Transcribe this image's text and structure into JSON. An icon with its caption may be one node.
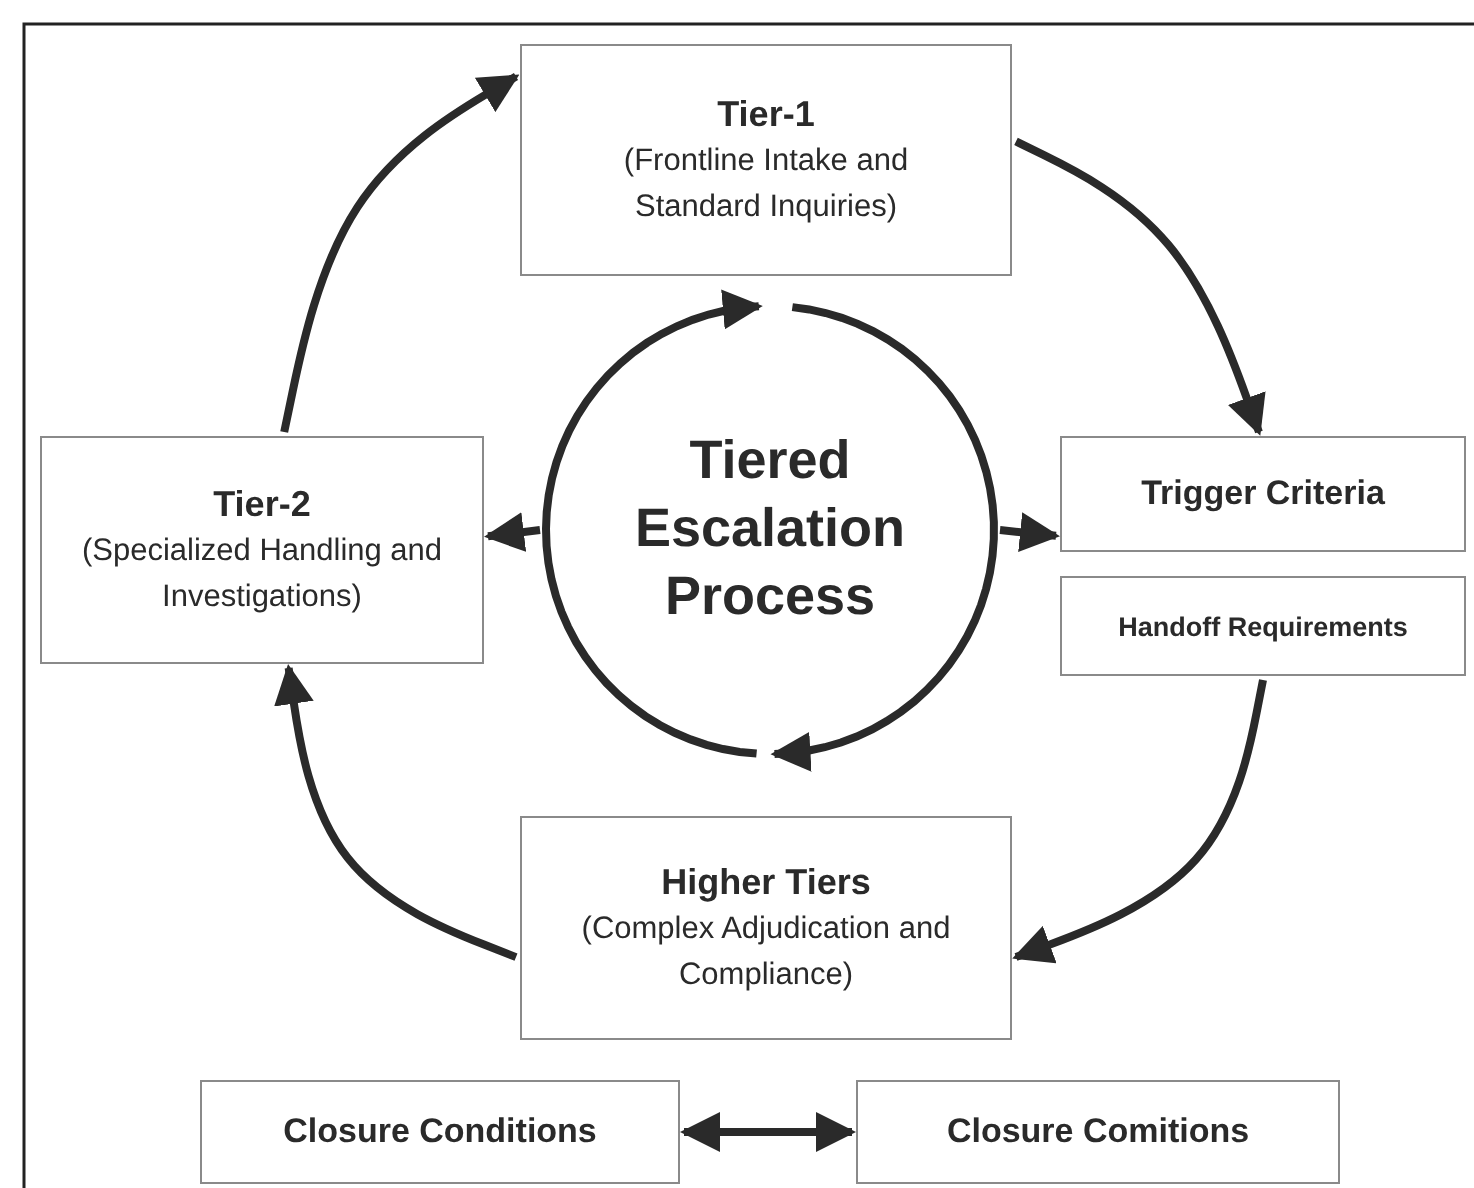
{
  "diagram": {
    "nodes": [
      {
        "text": [
          "Tier-1",
          "(Frontline Intake and Standard Inquiries)"
        ]
      },
      {
        "text": [
          "Tiered Escalation Process"
        ]
      },
      {
        "text": [
          "Tier-2",
          "(Specialized Handling and Investigations)"
        ]
      },
      {
        "text": [
          "Trigger Criteria"
        ]
      },
      {
        "text": [
          "Handoff Requirements"
        ]
      },
      {
        "text": [
          "Higher Tiers",
          "(Complex Adjudication and Compliance)"
        ]
      },
      {
        "text": [
          "Closure Conditions"
        ]
      },
      {
        "text": [
          "Closure Comitions"
        ]
      }
    ],
    "edges": [
      {
        "from": 2,
        "to": 0,
        "arrow": "to"
      },
      {
        "from": 0,
        "to": 3,
        "arrow": "to"
      },
      {
        "from": 4,
        "to": 5,
        "arrow": "to"
      },
      {
        "from": 5,
        "to": 2,
        "arrow": "to"
      },
      {
        "from": 1,
        "to": 2,
        "arrow": "to"
      },
      {
        "from": 1,
        "to": 3,
        "arrow": "to"
      },
      {
        "from": 6,
        "to": 7,
        "arrow": "both"
      }
    ]
  }
}
